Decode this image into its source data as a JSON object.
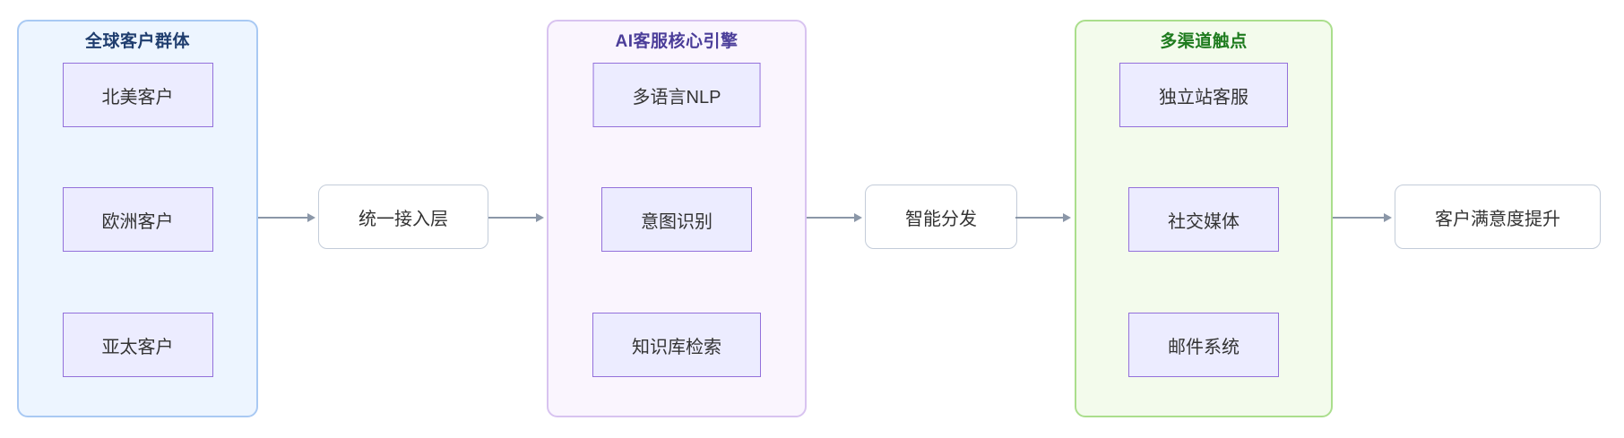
{
  "diagram": {
    "type": "flowchart-lr",
    "groups": [
      {
        "title": "全球客户群体",
        "title_color": "#1F3D6E",
        "bg": "#EDF5FF",
        "border": "#A9C9F3",
        "nodes": [
          {
            "label": "北美客户"
          },
          {
            "label": "欧洲客户"
          },
          {
            "label": "亚太客户"
          }
        ]
      },
      {
        "title": "AI客服核心引擎",
        "title_color": "#4B3D99",
        "bg": "#FAF5FE",
        "border": "#D8C3F0",
        "nodes": [
          {
            "label": "多语言NLP"
          },
          {
            "label": "意图识别"
          },
          {
            "label": "知识库检索"
          }
        ]
      },
      {
        "title": "多渠道触点",
        "title_color": "#1E7B1E",
        "bg": "#F3FBEC",
        "border": "#AADE8C",
        "nodes": [
          {
            "label": "独立站客服"
          },
          {
            "label": "社交媒体"
          },
          {
            "label": "邮件系统"
          }
        ]
      }
    ],
    "standalone_nodes": [
      {
        "label": "统一接入层"
      },
      {
        "label": "智能分发"
      },
      {
        "label": "客户满意度提升"
      }
    ],
    "edges": [
      {
        "from": "全球客户群体",
        "to": "统一接入层"
      },
      {
        "from": "统一接入层",
        "to": "AI客服核心引擎"
      },
      {
        "from": "AI客服核心引擎",
        "to": "智能分发"
      },
      {
        "from": "智能分发",
        "to": "多渠道触点"
      },
      {
        "from": "多渠道触点",
        "to": "客户满意度提升"
      }
    ],
    "node_style": {
      "fill": "#ECECFF",
      "stroke": "#9370DB",
      "text_color": "#333333"
    },
    "plain_node_style": {
      "fill": "#FFFFFF",
      "stroke": "#C3CCD9"
    },
    "edge_color": "#8B97A8"
  }
}
